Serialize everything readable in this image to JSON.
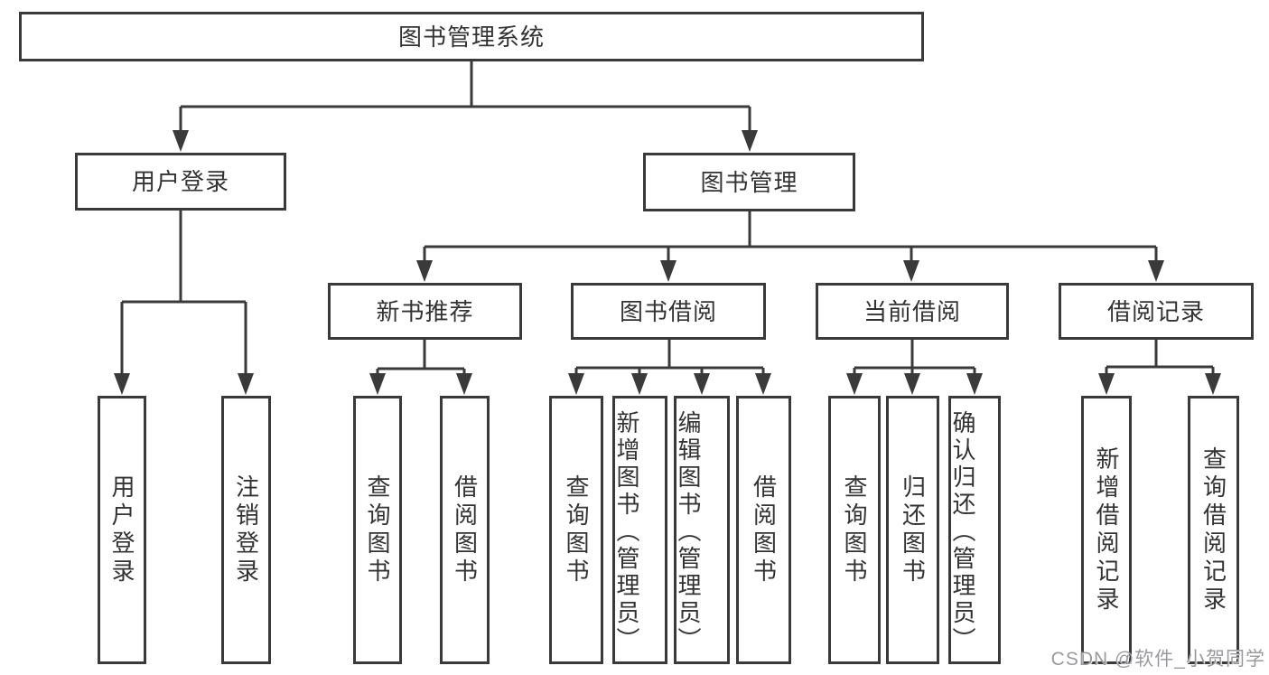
{
  "diagram": {
    "root": {
      "label": "图书管理系统"
    },
    "branches": [
      {
        "label": "用户登录",
        "children": [
          {
            "label": "用户登录"
          },
          {
            "label": "注销登录"
          }
        ]
      },
      {
        "label": "图书管理",
        "children": [
          {
            "label": "新书推荐",
            "children": [
              {
                "label": "查询图书"
              },
              {
                "label": "借阅图书"
              }
            ]
          },
          {
            "label": "图书借阅",
            "children": [
              {
                "label": "查询图书"
              },
              {
                "label": "新增图书（管理员）"
              },
              {
                "label": "编辑图书（管理员）"
              },
              {
                "label": "借阅图书"
              }
            ]
          },
          {
            "label": "当前借阅",
            "children": [
              {
                "label": "查询图书"
              },
              {
                "label": "归还图书"
              },
              {
                "label": "确认归还（管理员）"
              }
            ]
          },
          {
            "label": "借阅记录",
            "children": [
              {
                "label": "新增借阅记录"
              },
              {
                "label": "查询借阅记录"
              }
            ]
          }
        ]
      }
    ]
  },
  "watermark": {
    "text": "CSDN @软件_小贺同学"
  },
  "colors": {
    "line": "#3a3a3a",
    "text": "#333333",
    "watermark": "#9a9a9e",
    "background": "#ffffff"
  }
}
